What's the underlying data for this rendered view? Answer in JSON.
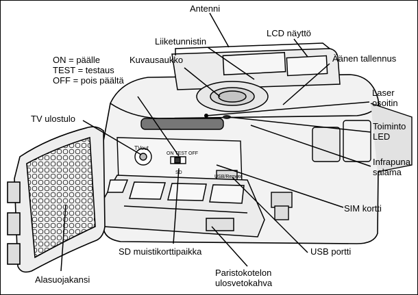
{
  "labels": {
    "antenni": "Antenni",
    "lcd": "LCD näyttö",
    "liiketunnistin": "Liiketunnistin",
    "aanen": "Äänen tallennus",
    "kuvausaukko": "Kuvausaukko",
    "on_test_off": "ON = päälle\nTEST = testaus\nOFF = pois päältä",
    "laser": "Laser\nosoitin",
    "toiminto": "Toiminto\nLED",
    "tv": "TV ulostulo",
    "infrapuna": "Infrapuna\nsalama",
    "sim": "SIM kortti",
    "sd": "SD muistikorttipaikka",
    "usb": "USB portti",
    "paristo": "Paristokotelon\nulosvetokahva",
    "alasuoja": "Alasuojakansi"
  },
  "device_text": {
    "tv_out": "TVout",
    "switch": "ON TEST OFF",
    "sd": "SD",
    "usb_remote": "USB/Remote"
  },
  "colors": {
    "line": "#000000",
    "device_fill": "#f2f2f2",
    "shade": "#d9d9d9"
  }
}
